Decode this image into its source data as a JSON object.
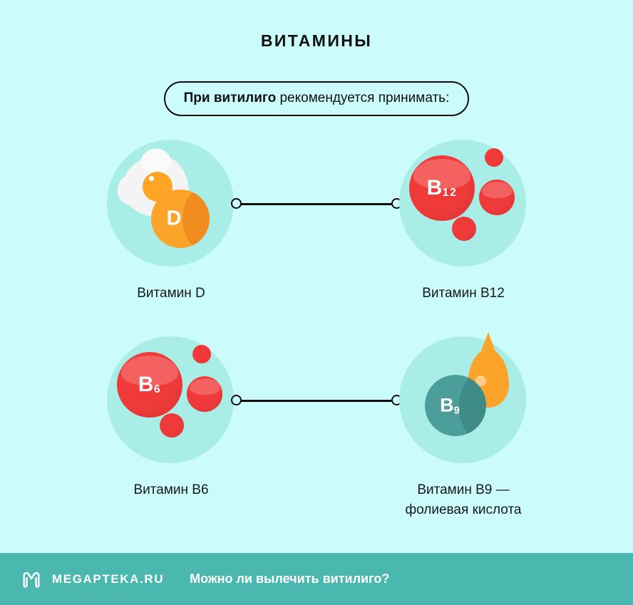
{
  "header": {
    "title": "ВИТАМИНЫ"
  },
  "subtitle": {
    "bold_prefix": "При витилиго",
    "rest": " рекомендуется принимать:"
  },
  "vitamins": [
    {
      "id": "vitamin-d",
      "caption": "Витамин D",
      "icon": "egg-and-pill-icon",
      "badge": "D",
      "badge_sub": "",
      "colors": {
        "disc": "#A8EDE6",
        "badge": "#FCA32A",
        "badge_shadow": "#F08C1E",
        "yolk": "#FFA526",
        "egg_white": "#F4F4F4"
      }
    },
    {
      "id": "vitamin-b12",
      "caption": "Витамин B12",
      "icon": "red-spheres-icon",
      "badge": "B",
      "badge_sub": "12",
      "colors": {
        "disc": "#A8EDE6",
        "badge": "#F03A3A",
        "badge_light": "#F5544E"
      }
    },
    {
      "id": "vitamin-b6",
      "caption": "Витамин B6",
      "icon": "red-spheres-icon",
      "badge": "B",
      "badge_sub": "6",
      "colors": {
        "disc": "#A8EDE6",
        "badge": "#F03A3A",
        "badge_light": "#F5544E"
      }
    },
    {
      "id": "vitamin-b9",
      "caption_line1": "Витамин B9 —",
      "caption_line2": "фолиевая кислота",
      "icon": "droplet-and-teal-disc-icon",
      "badge": "B",
      "badge_sub": "9",
      "colors": {
        "disc": "#A8EDE6",
        "badge": "#4C9E9B",
        "badge_shadow": "#3F8B88",
        "droplet": "#FCA32A"
      }
    }
  ],
  "connectors": [
    {
      "id": "connector-d-b12",
      "from": "vitamin-d",
      "to": "vitamin-b12"
    },
    {
      "id": "connector-b6-b9",
      "from": "vitamin-b6",
      "to": "vitamin-b9"
    }
  ],
  "footer": {
    "logo": "megapteka-m-logo",
    "brand": "MEGAPTEKA.RU",
    "tagline": "Можно ли вылечить витилиго?",
    "background": "#4BB8B0"
  },
  "theme": {
    "page_background": "#CCFBFB",
    "disc_background": "#A8EDE6",
    "text": "#15191c",
    "line": "#0d0d0d"
  }
}
